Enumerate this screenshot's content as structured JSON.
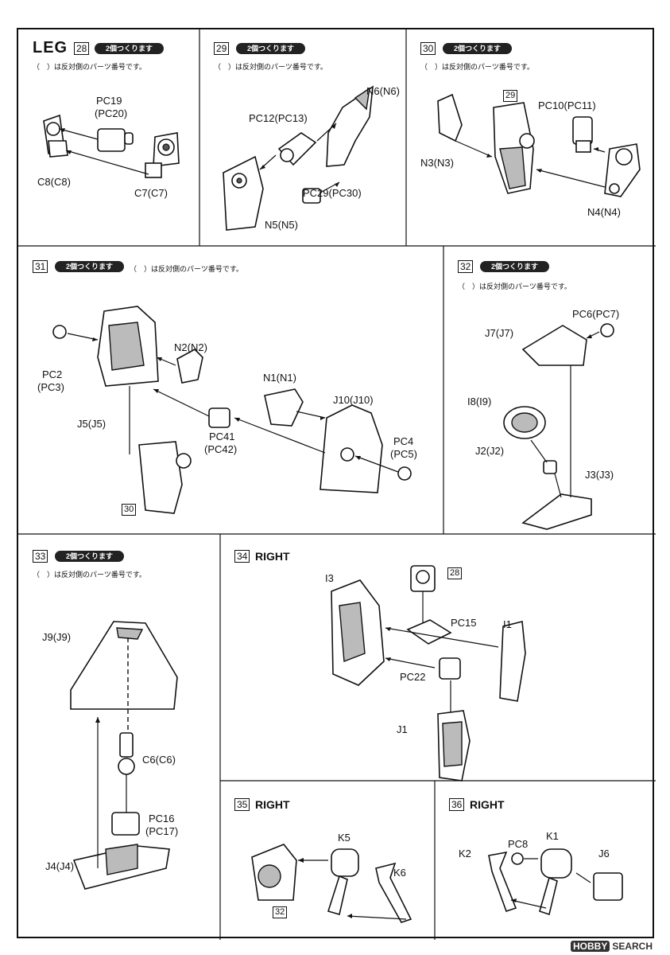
{
  "section": "LEG",
  "panels": [
    {
      "id": "p28",
      "step": "28",
      "badge": "2個つくります",
      "note": "（　）は反対側のパーツ番号です。",
      "labels": {
        "a": "PC19",
        "b": "(PC20)",
        "c": "C8(C8)",
        "d": "C7(C7)"
      }
    },
    {
      "id": "p29",
      "step": "29",
      "badge": "2個つくります",
      "note": "（　）は反対側のパーツ番号です。",
      "labels": {
        "a": "N6(N6)",
        "b": "PC12(PC13)",
        "c": "PC29(PC30)",
        "d": "N5(N5)"
      }
    },
    {
      "id": "p30",
      "step": "30",
      "badge": "2個つくります",
      "note": "（　）は反対側のパーツ番号です。",
      "labels": {
        "ref": "29",
        "a": "PC10(PC11)",
        "b": "N3(N3)",
        "c": "N4(N4)"
      }
    },
    {
      "id": "p31",
      "step": "31",
      "badge": "2個つくります",
      "note": "（　）は反対側のパーツ番号です。",
      "labels": {
        "a": "N2(N2)",
        "b": "PC2",
        "c": "(PC3)",
        "d": "N1(N1)",
        "e": "J10(J10)",
        "f": "J5(J5)",
        "g": "PC41",
        "h": "(PC42)",
        "i": "PC4",
        "j": "(PC5)",
        "ref": "30"
      }
    },
    {
      "id": "p32",
      "step": "32",
      "badge": "2個つくります",
      "note": "（　）は反対側のパーツ番号です。",
      "labels": {
        "a": "PC6(PC7)",
        "b": "J7(J7)",
        "c": "I8(I9)",
        "d": "J2(J2)",
        "e": "J3(J3)"
      }
    },
    {
      "id": "p33",
      "step": "33",
      "badge": "2個つくります",
      "note": "（　）は反対側のパーツ番号です。",
      "labels": {
        "a": "J9(J9)",
        "b": "C6(C6)",
        "c": "PC16",
        "d": "(PC17)",
        "e": "J4(J4)"
      }
    },
    {
      "id": "p34",
      "step": "34",
      "title": "RIGHT",
      "labels": {
        "a": "I3",
        "ref": "28",
        "b": "PC15",
        "c": "I1",
        "d": "PC22",
        "e": "J1"
      }
    },
    {
      "id": "p35",
      "step": "35",
      "title": "RIGHT",
      "labels": {
        "a": "K5",
        "ref": "32",
        "b": "K6"
      }
    },
    {
      "id": "p36",
      "step": "36",
      "title": "RIGHT",
      "labels": {
        "a": "K1",
        "b": "PC8",
        "c": "K2",
        "d": "J6"
      }
    }
  ],
  "watermark": {
    "logo": "HOBBY",
    "text": "SEARCH"
  }
}
